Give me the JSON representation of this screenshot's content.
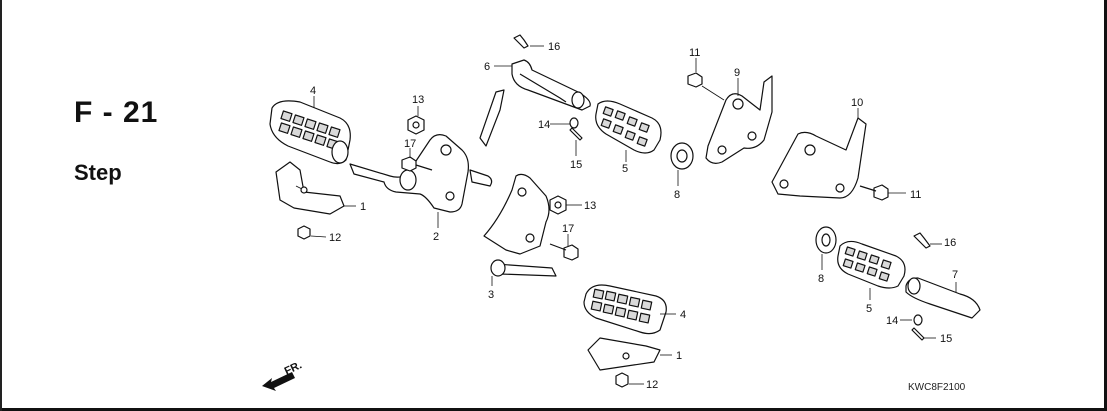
{
  "section": {
    "code": "F - 21",
    "title": "Step"
  },
  "diagram_code": "KWC8F2100",
  "front_indicator": {
    "label": "FR.",
    "icon": "front-arrow-icon"
  },
  "callouts": {
    "c1a": "1",
    "c1b": "1",
    "c2": "2",
    "c3": "3",
    "c4a": "4",
    "c4b": "4",
    "c5a": "5",
    "c5b": "5",
    "c6": "6",
    "c7": "7",
    "c8a": "8",
    "c8b": "8",
    "c9": "9",
    "c10": "10",
    "c11a": "11",
    "c11b": "11",
    "c12a": "12",
    "c12b": "12",
    "c13a": "13",
    "c13b": "13",
    "c14a": "14",
    "c14b": "14",
    "c15a": "15",
    "c15b": "15",
    "c16a": "16",
    "c16b": "16",
    "c17a": "17",
    "c17b": "17"
  }
}
